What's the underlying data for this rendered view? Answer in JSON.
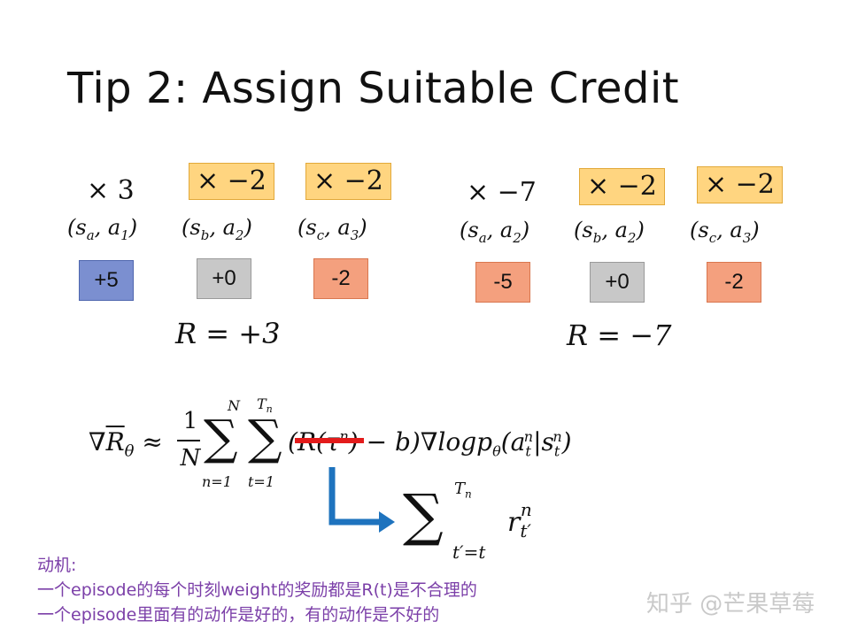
{
  "slide": {
    "title": "Tip 2: Assign Suitable Credit"
  },
  "left_episode": {
    "multipliers": [
      "× 3",
      "× −2",
      "× −2"
    ],
    "pairs": [
      "(s_a, a_1)",
      "(s_b, a_2)",
      "(s_c, a_3)"
    ],
    "rewards": [
      "+5",
      "+0",
      "-2"
    ],
    "total": "R = +3"
  },
  "right_episode": {
    "multipliers": [
      "× −7",
      "× −2",
      "× −2"
    ],
    "pairs": [
      "(s_a, a_2)",
      "(s_b, a_2)",
      "(s_c, a_3)"
    ],
    "rewards": [
      "-5",
      "+0",
      "-2"
    ],
    "total": "R = −7"
  },
  "formula": {
    "lhs": "∇R̄θ ≈ 1/N Σ_{n=1}^{N} Σ_{t=1}^{T_n} (R(τ^n) − b)∇logpθ(a_t^n|s_t^n)",
    "replacement": "Σ_{t'=t}^{T_n} r_{t'}^n"
  },
  "notes": {
    "heading": "动机:",
    "line1": "一个episode的每个时刻weight的奖励都是R(t)是不合理的",
    "line2": "一个episode里面有的动作是好的，有的动作是不好的"
  },
  "watermark": "知乎 @芒果草莓",
  "colors": {
    "highlight_fill": "#FFD580",
    "reward_positive": "#7B8FD0",
    "reward_zero": "#C8C8C8",
    "reward_negative": "#F4A07E",
    "strike_red": "#E31B1B",
    "arrow_blue": "#1E73BE",
    "note_purple": "#7B3FA8"
  }
}
